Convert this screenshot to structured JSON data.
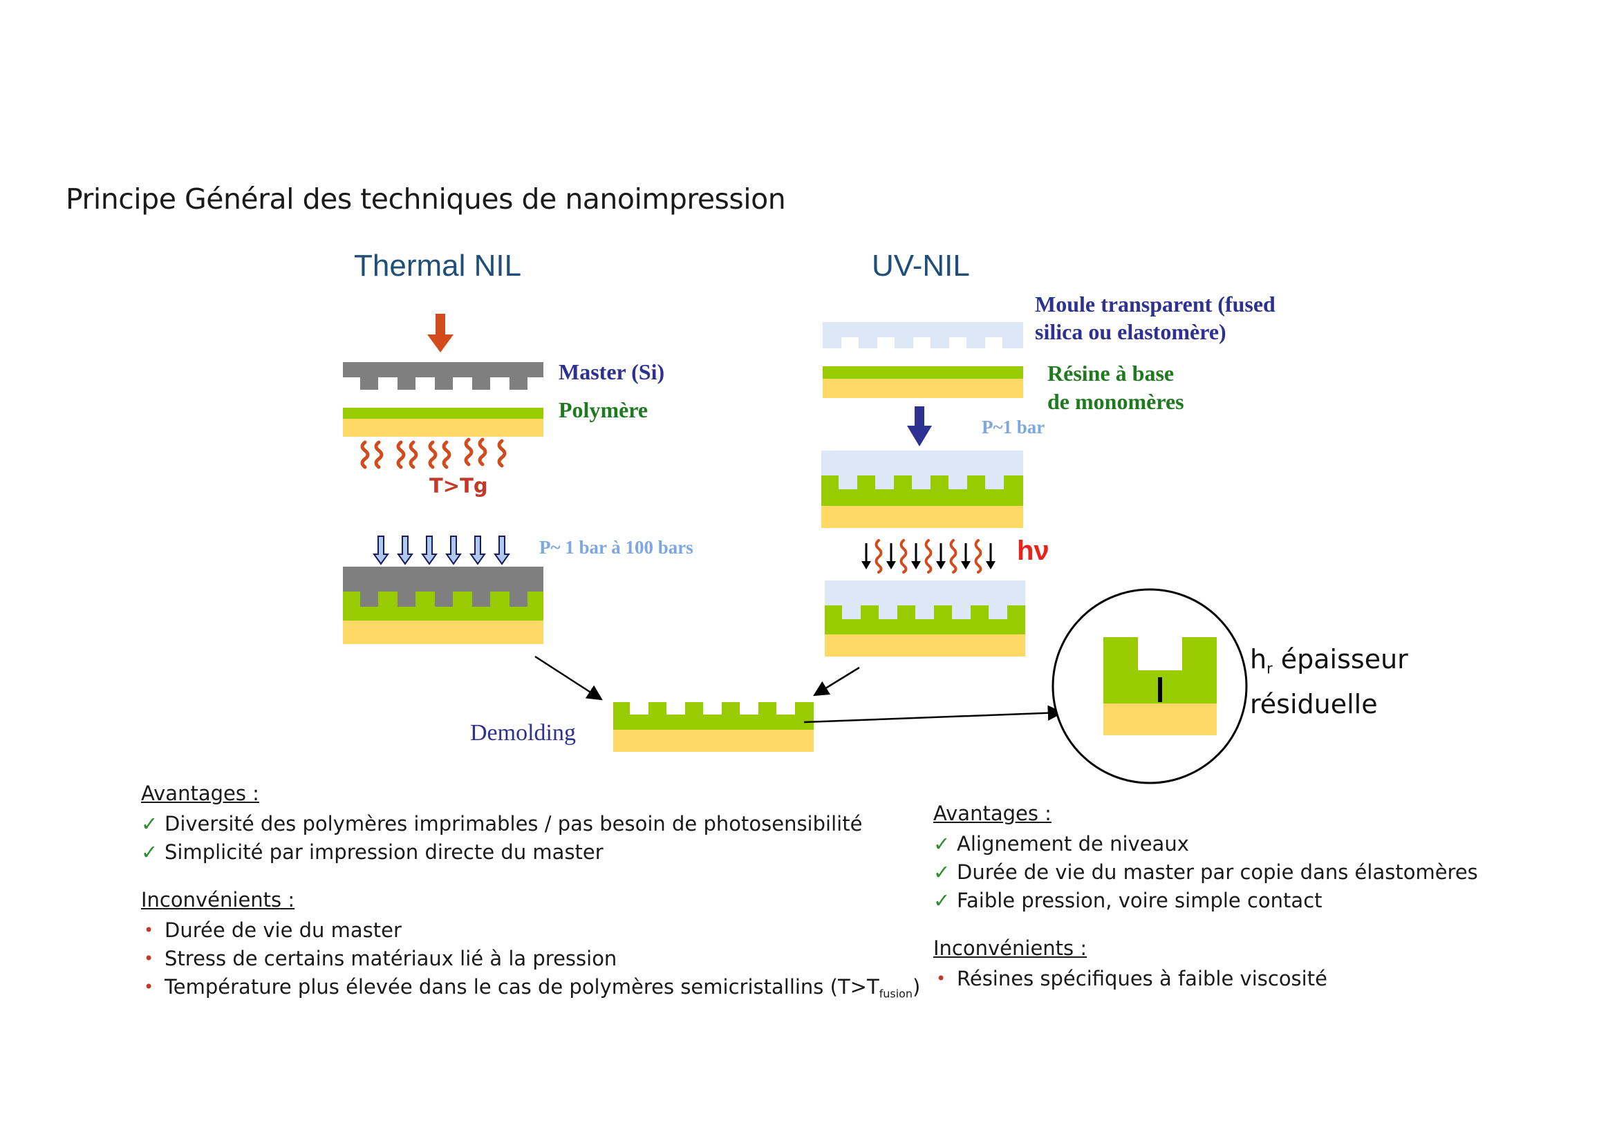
{
  "title": "Principe Général des techniques de nanoimpression",
  "thermal": {
    "heading": "Thermal NIL",
    "master_label": "Master (Si)",
    "polymer_label": "Polymère",
    "temp_label": "T>Tg",
    "pressure_label": "P~ 1 bar à 100 bars"
  },
  "uv": {
    "heading": "UV-NIL",
    "mold_label_line1": "Moule transparent (fused",
    "mold_label_line2": "silica ou elastomère)",
    "resin_label_line1": "Résine à base",
    "resin_label_line2": "de monomères",
    "pressure_label": "P~1 bar",
    "light_label": "hν"
  },
  "demolding_label": "Demolding",
  "zoom": {
    "h_symbol": "h",
    "h_sub": "r",
    "desc_line1": " épaisseur",
    "desc_line2": "résiduelle"
  },
  "thermal_pros": {
    "heading": "Avantages :",
    "items": [
      "Diversité des polymères imprimables / pas besoin de photosensibilité",
      "Simplicité par impression directe du master"
    ]
  },
  "thermal_cons": {
    "heading": "Inconvénients :",
    "items": [
      "Durée de vie du master",
      "Stress de certains matériaux lié à la pression",
      "Température plus élevée dans le cas de polymères semicristallins (T>T"
    ],
    "last_item_sub": "fusion",
    "last_item_tail": ")"
  },
  "uv_pros": {
    "heading": "Avantages :",
    "items": [
      "Alignement de niveaux",
      "Durée de vie du master par copie dans élastomères",
      "Faible pression, voire simple contact"
    ]
  },
  "uv_cons": {
    "heading": "Inconvénients :",
    "items": [
      "Résines spécifiques à faible viscosité"
    ]
  },
  "colors": {
    "master_gray": "#7f7f7f",
    "polymer_green": "#99cc00",
    "substrate_yellow": "#ffd966",
    "mold_light_blue": "#dce8f5",
    "heat_red": "#d24b1c",
    "press_arrow_blue": "#2e3192"
  }
}
